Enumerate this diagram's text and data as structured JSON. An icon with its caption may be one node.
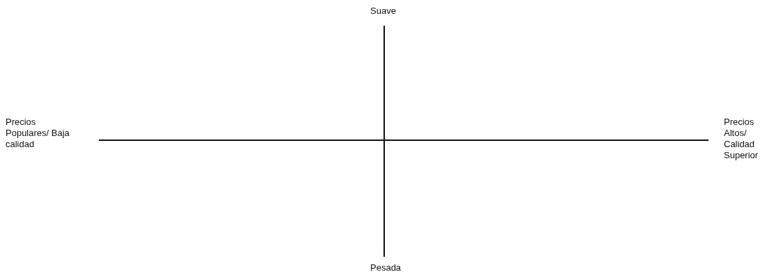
{
  "diagram": {
    "labels": [
      "Suave",
      "Precios Populares/ Baja calidad",
      "Precios Altos/ Calidad Superior",
      "Pesada"
    ]
  }
}
